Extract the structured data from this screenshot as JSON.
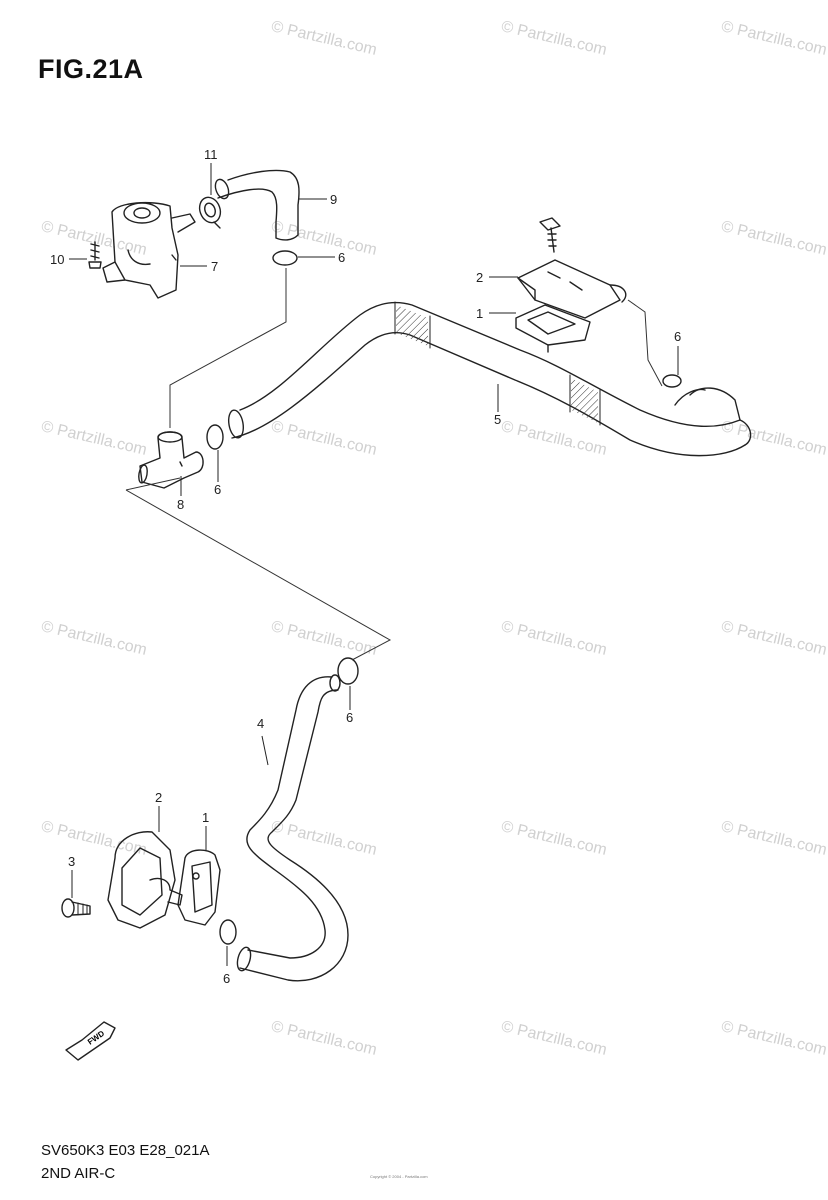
{
  "figure": {
    "title": "FIG.21A",
    "code": "SV650K3 E03 E28_021A",
    "subtitle": "2ND AIR-C",
    "copyright": "Copyright © 2004 - Partzilla.com"
  },
  "watermark": {
    "text": "© Partzilla.com"
  },
  "callouts": {
    "c11": "11",
    "c9": "9",
    "c10": "10",
    "c7": "7",
    "c6a": "6",
    "c2a": "2",
    "c1a": "1",
    "c6b": "6",
    "c5": "5",
    "c8": "8",
    "c6c": "6",
    "c6d": "6",
    "c4": "4",
    "c2b": "2",
    "c1b": "1",
    "c3": "3",
    "c6e": "6"
  },
  "fwd_arrow": {
    "label": "FWD"
  },
  "colors": {
    "line": "#222222",
    "watermark": "#d0d0d0"
  }
}
